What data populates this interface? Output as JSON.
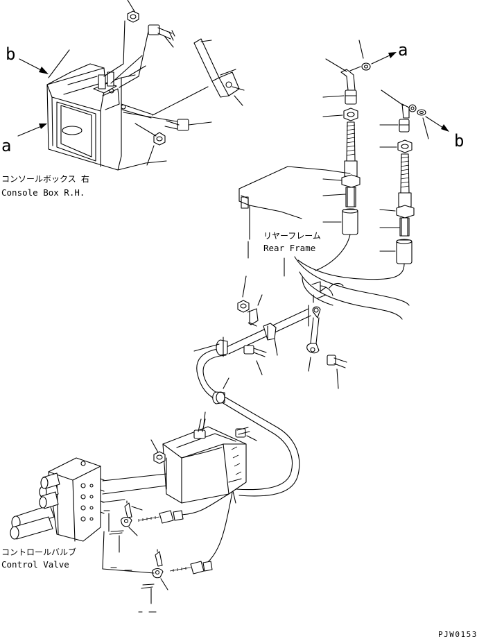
{
  "labels": {
    "console_jp": "コンソールボックス 右",
    "console_en": "Console Box R.H.",
    "rear_frame_jp": "リヤーフレーム",
    "rear_frame_en": "Rear Frame",
    "control_valve_jp": "コントロールバルブ",
    "control_valve_en": "Control Valve",
    "ref_a_left": "a",
    "ref_b_left": "b",
    "ref_a_right": "a",
    "ref_b_right": "b",
    "drawing_code": "PJW0153"
  }
}
